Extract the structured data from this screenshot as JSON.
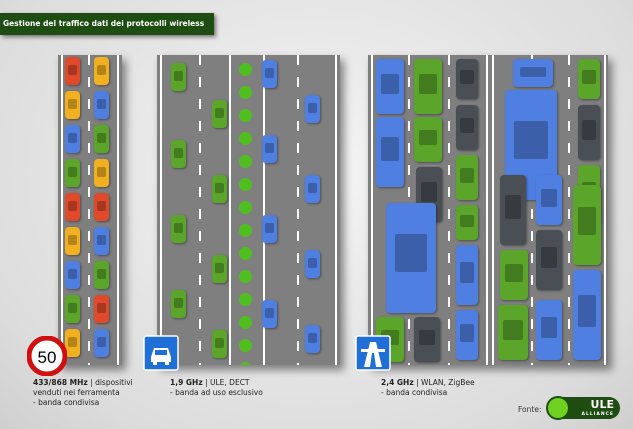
{
  "title": "Gestione del traffico dati dei protocolli wireless",
  "panels": [
    {
      "freq": "433/868 MHz",
      "sep": " | ",
      "desc": "dispositivi venduti nei ferramenta",
      "note": "- banda condivisa",
      "sign": "speed-limit-sign",
      "sign_text": "50"
    },
    {
      "freq": "1,9 GHz",
      "sep": " | ",
      "desc": "ULE, DECT",
      "note": "- banda ad uso esclusivo",
      "sign": "car-road-sign"
    },
    {
      "freq": "2,4 GHz",
      "sep": " | ",
      "desc": "WLAN, ZigBee",
      "note": "- banda condivisa",
      "sign": "motorway-sign"
    }
  ],
  "source_label": "Fonte:",
  "logo": {
    "name": "ULE",
    "sub": "ALLIANCE"
  },
  "colors": {
    "green": "#5aa52a",
    "blue": "#4f7fe0",
    "red": "#e04a2a",
    "yellow": "#f0b020",
    "dark": "#4a4f55",
    "title_bg": "#1e4d12"
  }
}
